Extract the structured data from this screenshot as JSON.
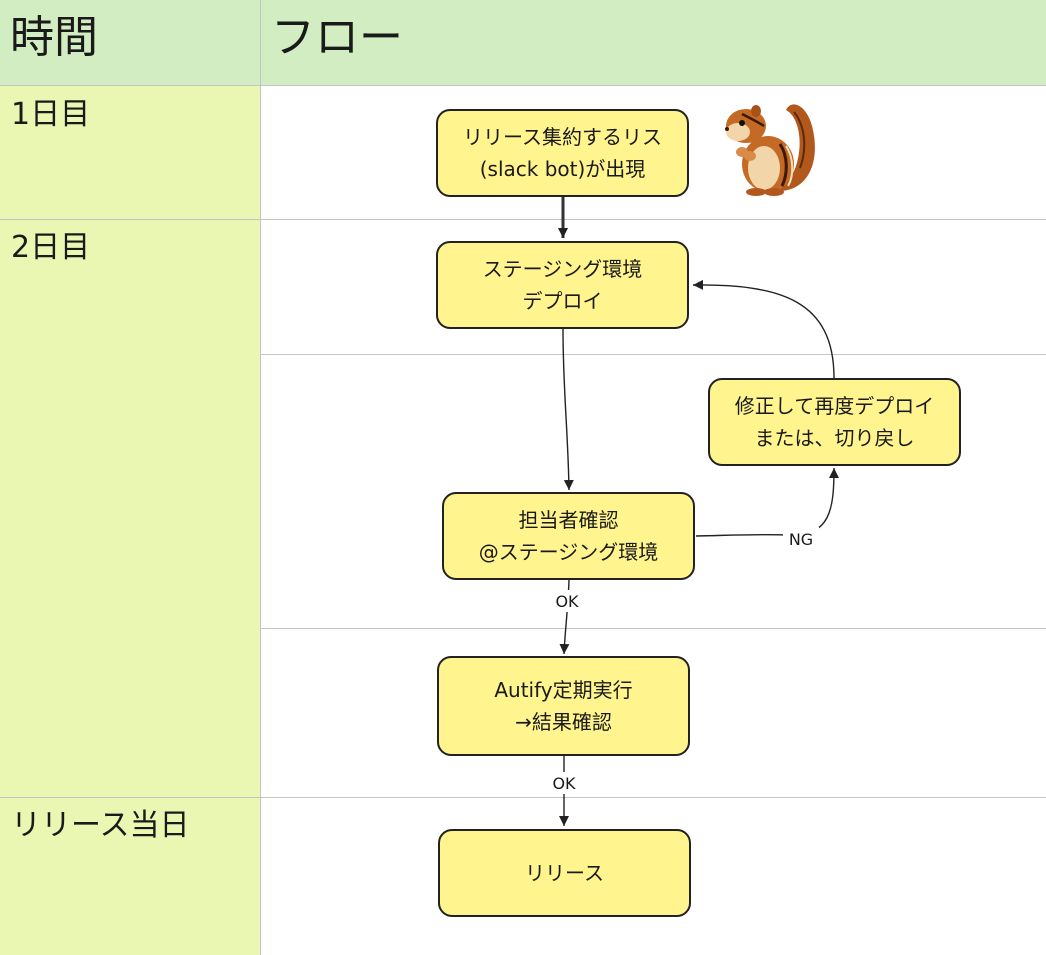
{
  "header": {
    "time_label": "時間",
    "flow_label": "フロー"
  },
  "rows": [
    {
      "label": "1日目"
    },
    {
      "label": "2日目"
    },
    {
      "label": "リリース当日"
    }
  ],
  "nodes": {
    "n1": {
      "line1": "リリース集約するリス",
      "line2": "(slack bot)が出現"
    },
    "n2": {
      "line1": "ステージング環境",
      "line2": "デプロイ"
    },
    "n3": {
      "line1": "修正して再度デプロイ",
      "line2": "または、切り戻し"
    },
    "n4": {
      "line1": "担当者確認",
      "line2": "@ステージング環境"
    },
    "n5": {
      "line1": "Autify定期実行",
      "line2": "→結果確認"
    },
    "n6": {
      "line1": "リリース"
    }
  },
  "edges": {
    "ng_label": "NG",
    "ok_label_1": "OK",
    "ok_label_2": "OK"
  },
  "mascot": {
    "icon": "chipmunk-icon",
    "glyph": "🐿️"
  },
  "colors": {
    "header_bg": "#d1edc1",
    "time_col_bg": "#e9f7b2",
    "node_fill": "#fff48e",
    "node_border": "#222222",
    "grid_line": "#c4c4c4"
  }
}
